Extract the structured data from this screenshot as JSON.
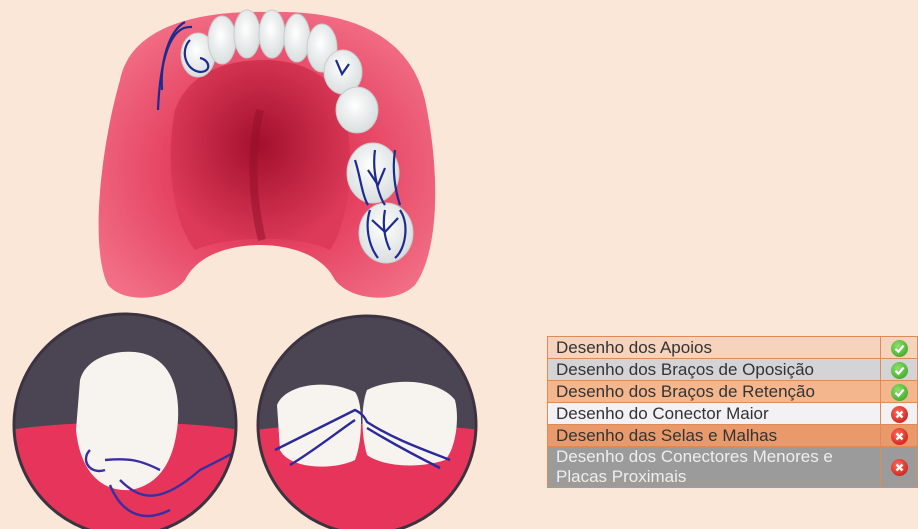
{
  "checklist": {
    "items": [
      {
        "label": "Desenho dos Apoios",
        "status": "ok"
      },
      {
        "label": "Desenho dos Braços de Oposição",
        "status": "ok"
      },
      {
        "label": "Desenho dos Braços de Retenção",
        "status": "ok"
      },
      {
        "label": "Desenho do Conector Maior",
        "status": "error"
      },
      {
        "label": "Desenho das Selas e Malhas",
        "status": "error"
      },
      {
        "label": "Desenho dos Conectores Menores e Placas Proximais",
        "status": "error"
      }
    ],
    "colors": {
      "ok": "#2f9d1f",
      "error": "#c1130b"
    }
  },
  "icons": {
    "ok": "check-circle-icon",
    "error": "x-circle-icon"
  }
}
